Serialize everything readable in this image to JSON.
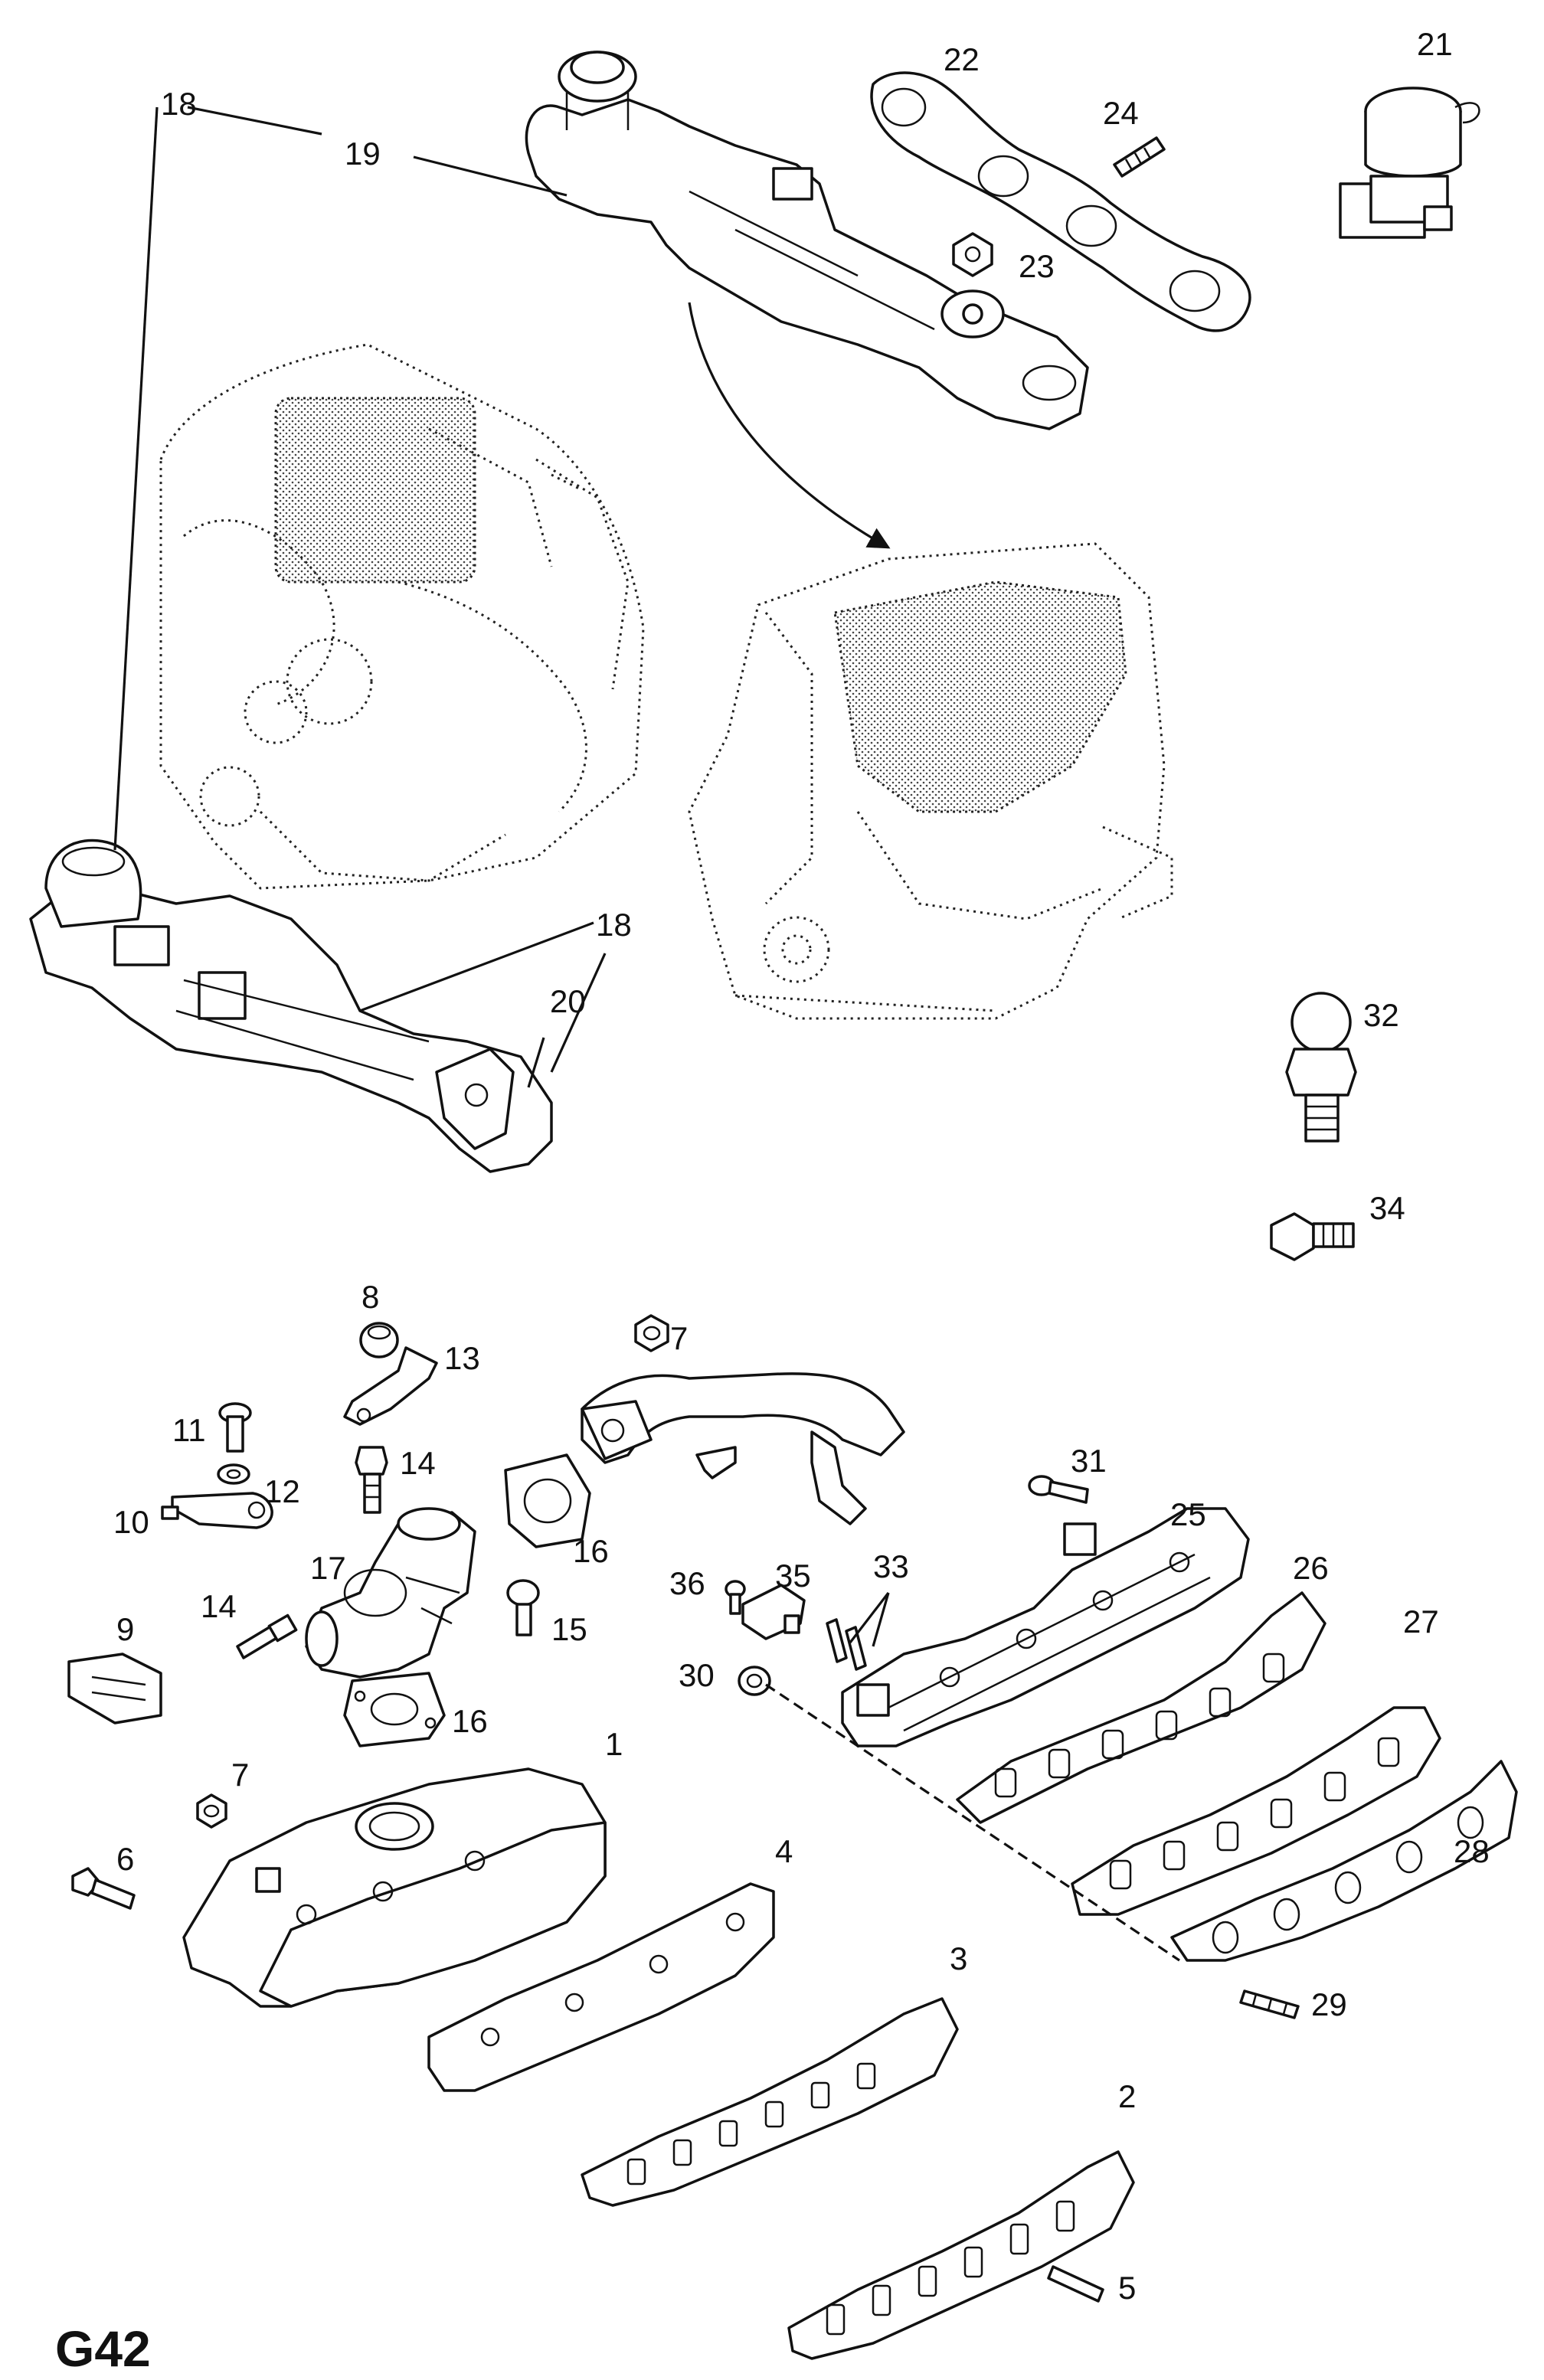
{
  "page_code": "G42",
  "callouts": {
    "c1": "1",
    "c2": "2",
    "c3": "3",
    "c4": "4",
    "c5": "5",
    "c6": "6",
    "c7a": "7",
    "c7b": "7",
    "c8": "8",
    "c9": "9",
    "c10": "10",
    "c11": "11",
    "c12": "12",
    "c13": "13",
    "c14a": "14",
    "c14b": "14",
    "c15": "15",
    "c16a": "16",
    "c16b": "16",
    "c17": "17",
    "c18a": "18",
    "c18b": "18",
    "c19": "19",
    "c20": "20",
    "c21": "21",
    "c22": "22",
    "c23": "23",
    "c24": "24",
    "c25": "25",
    "c26": "26",
    "c27": "27",
    "c28": "28",
    "c29": "29",
    "c30": "30",
    "c31": "31",
    "c32": "32",
    "c33": "33",
    "c34": "34",
    "c35": "35",
    "c36": "36"
  }
}
